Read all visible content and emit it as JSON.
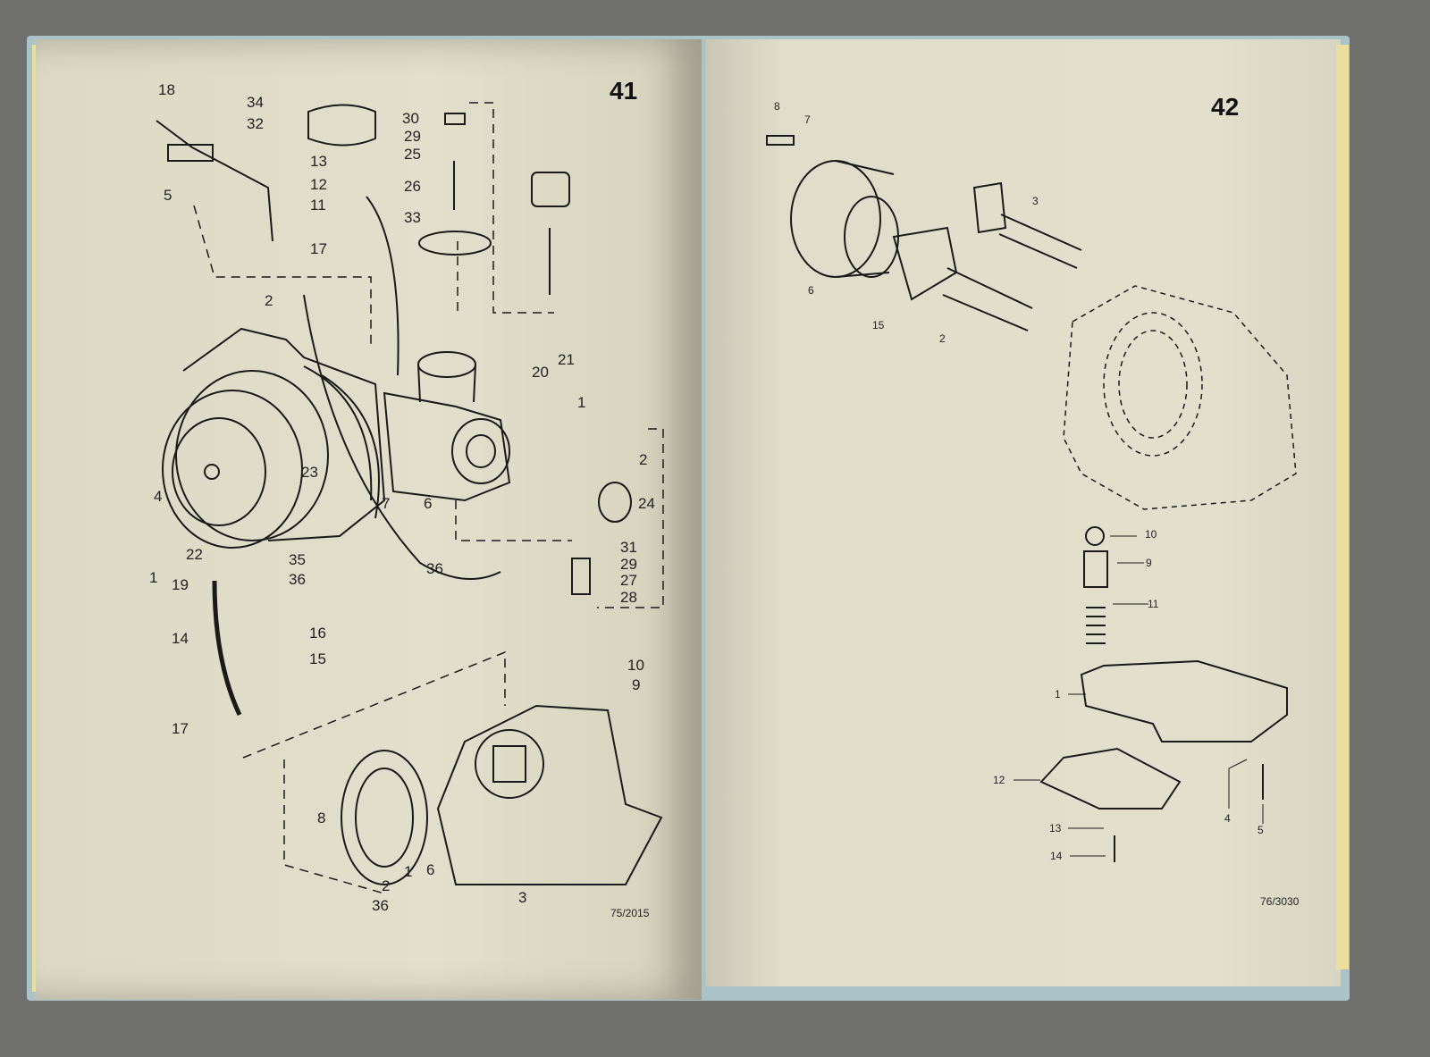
{
  "left_page": {
    "page_number": "41",
    "figure_code": "75/2015",
    "callouts": [
      "18",
      "34",
      "32",
      "13",
      "12",
      "11",
      "5",
      "17",
      "30",
      "29",
      "25",
      "26",
      "33",
      "2",
      "20",
      "21",
      "1",
      "2",
      "23",
      "24",
      "4",
      "22",
      "1",
      "7",
      "6",
      "31",
      "29",
      "27",
      "28",
      "35",
      "36",
      "36",
      "19",
      "14",
      "16",
      "15",
      "10",
      "9",
      "17",
      "8",
      "1",
      "6",
      "2",
      "36",
      "3"
    ]
  },
  "right_page": {
    "page_number": "42",
    "figure_code": "76/3030",
    "callouts": [
      "8",
      "7",
      "3",
      "6",
      "15",
      "2",
      "10",
      "9",
      "11",
      "1",
      "12",
      "4",
      "5",
      "13",
      "14"
    ]
  }
}
